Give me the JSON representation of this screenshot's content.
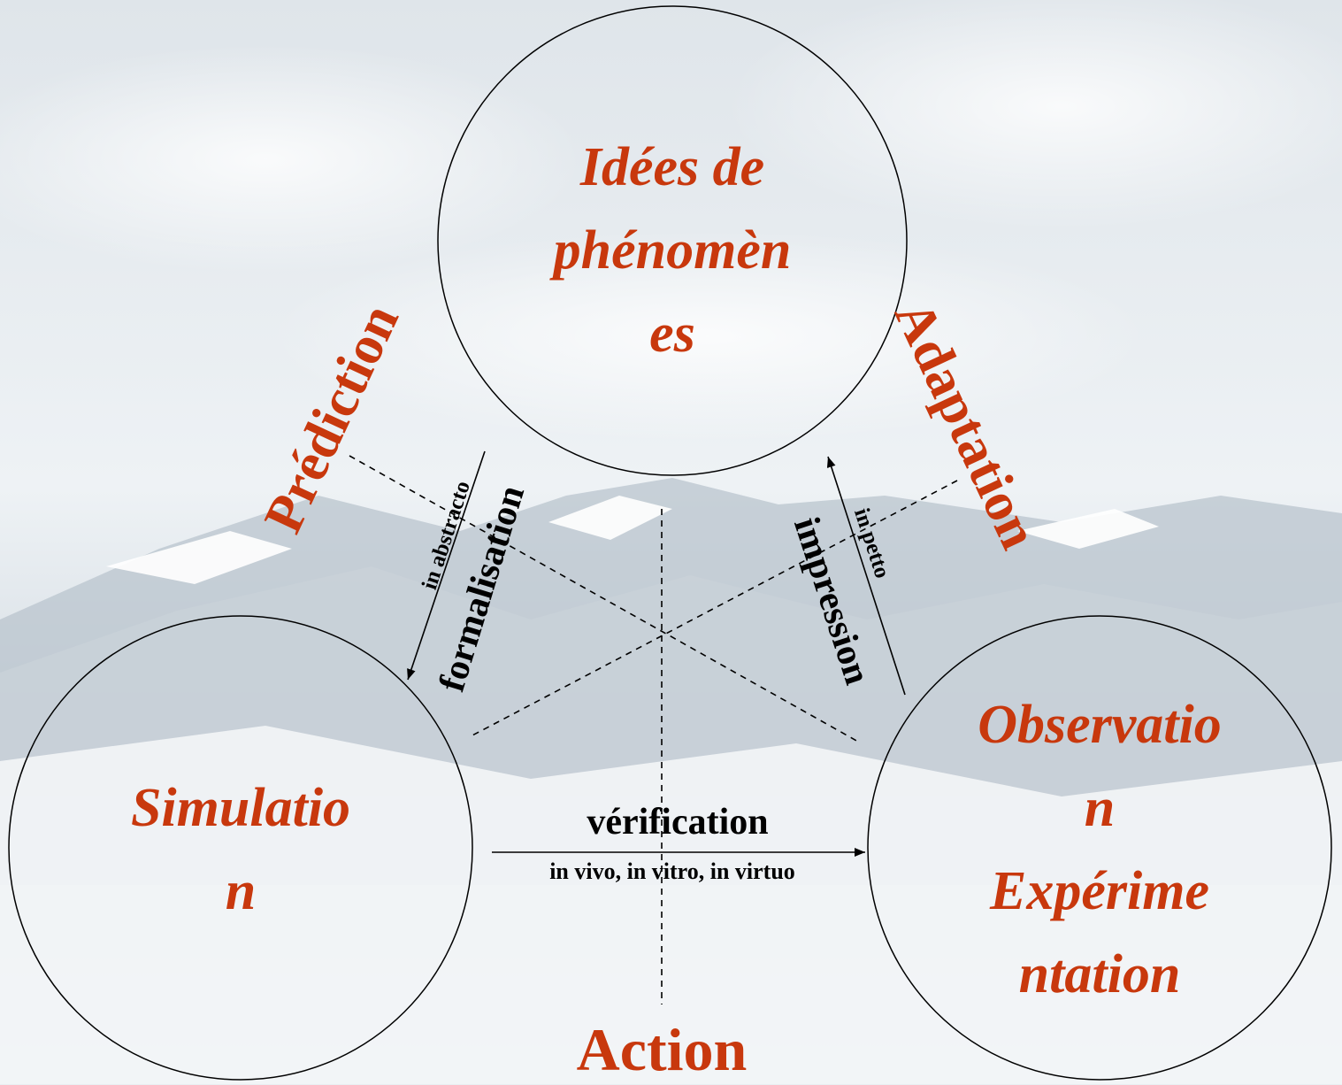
{
  "colors": {
    "accent": "#c8380d",
    "ink": "#000000"
  },
  "nodes": {
    "ideas": {
      "lines": [
        "Idées de",
        "phénomèn",
        "es"
      ]
    },
    "simulation": {
      "lines": [
        "Simulatio",
        "n"
      ]
    },
    "observation": {
      "lines": [
        "Observatio",
        "n",
        "Expérime",
        "ntation"
      ]
    }
  },
  "axes": {
    "prediction": "Prédiction",
    "adaptation": "Adaptation",
    "action": "Action"
  },
  "edges": {
    "formalisation": {
      "label": "formalisation",
      "sublabel": "in abstracto"
    },
    "impression": {
      "label": "impression",
      "sublabel": "in petto"
    },
    "verification": {
      "label": "vérification",
      "sublabel": "in vivo, in vitro, in virtuo"
    }
  }
}
